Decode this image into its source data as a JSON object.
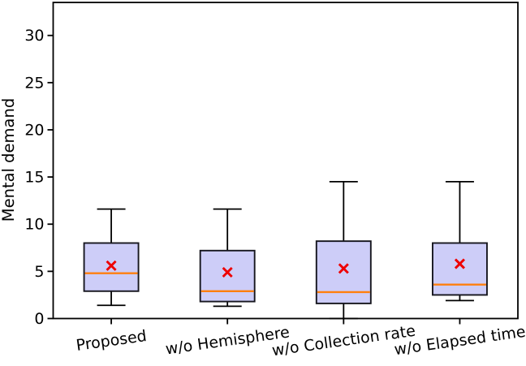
{
  "chart_data": {
    "type": "boxplot",
    "title": "",
    "ylabel": "Mental demand",
    "xlabel": "",
    "categories": [
      "Proposed",
      "w/o Hemisphere",
      "w/o Collection rate",
      "w/o Elapsed time"
    ],
    "series": [
      {
        "name": "Proposed",
        "whisker_low": 1.4,
        "q1": 2.9,
        "median": 4.8,
        "q3": 8.0,
        "whisker_high": 11.6,
        "mean": 5.6
      },
      {
        "name": "w/o Hemisphere",
        "whisker_low": 1.3,
        "q1": 1.8,
        "median": 2.9,
        "q3": 7.2,
        "whisker_high": 11.6,
        "mean": 4.9
      },
      {
        "name": "w/o Collection rate",
        "whisker_low": 0.0,
        "q1": 1.6,
        "median": 2.8,
        "q3": 8.2,
        "whisker_high": 14.5,
        "mean": 5.3
      },
      {
        "name": "w/o Elapsed time",
        "whisker_low": 1.9,
        "q1": 2.5,
        "median": 3.6,
        "q3": 8.0,
        "whisker_high": 14.5,
        "mean": 5.8
      }
    ],
    "yticks": [
      0,
      5,
      10,
      15,
      20,
      25,
      30
    ],
    "ylim": [
      0,
      33.5
    ],
    "grid": false,
    "legend": "none",
    "colors": {
      "box_fill": "#cdcdf8",
      "box_edge": "#16161e",
      "whisker": "#000000",
      "median": "#ff7f0e",
      "mean_marker": "#ee0000",
      "axis": "#000000",
      "text": "#000000"
    }
  }
}
